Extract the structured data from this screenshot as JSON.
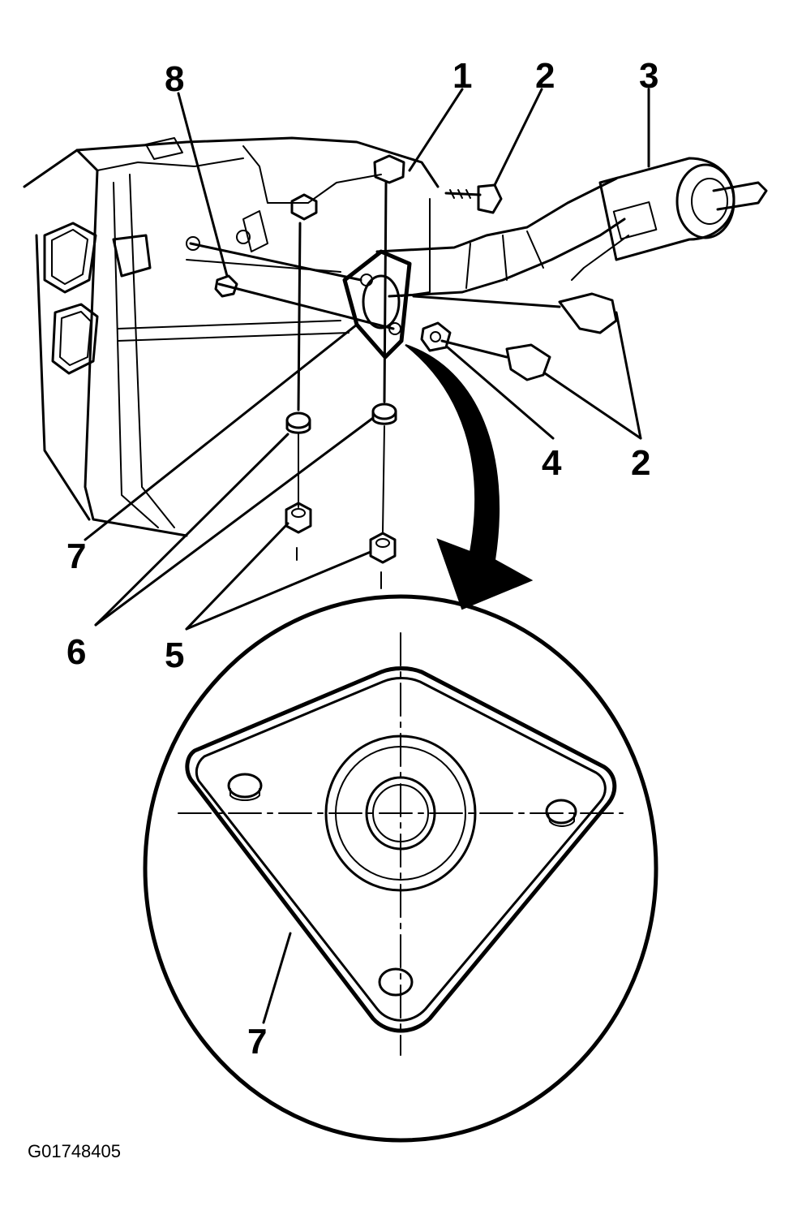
{
  "callouts": [
    {
      "id": "c1",
      "label": "1"
    },
    {
      "id": "c2a",
      "label": "2"
    },
    {
      "id": "c3",
      "label": "3"
    },
    {
      "id": "c8",
      "label": "8"
    },
    {
      "id": "c4",
      "label": "4"
    },
    {
      "id": "c2b",
      "label": "2"
    },
    {
      "id": "c7a",
      "label": "7"
    },
    {
      "id": "c6",
      "label": "6"
    },
    {
      "id": "c5",
      "label": "5"
    },
    {
      "id": "c7b",
      "label": "7"
    }
  ],
  "figure_id": "G01748405"
}
